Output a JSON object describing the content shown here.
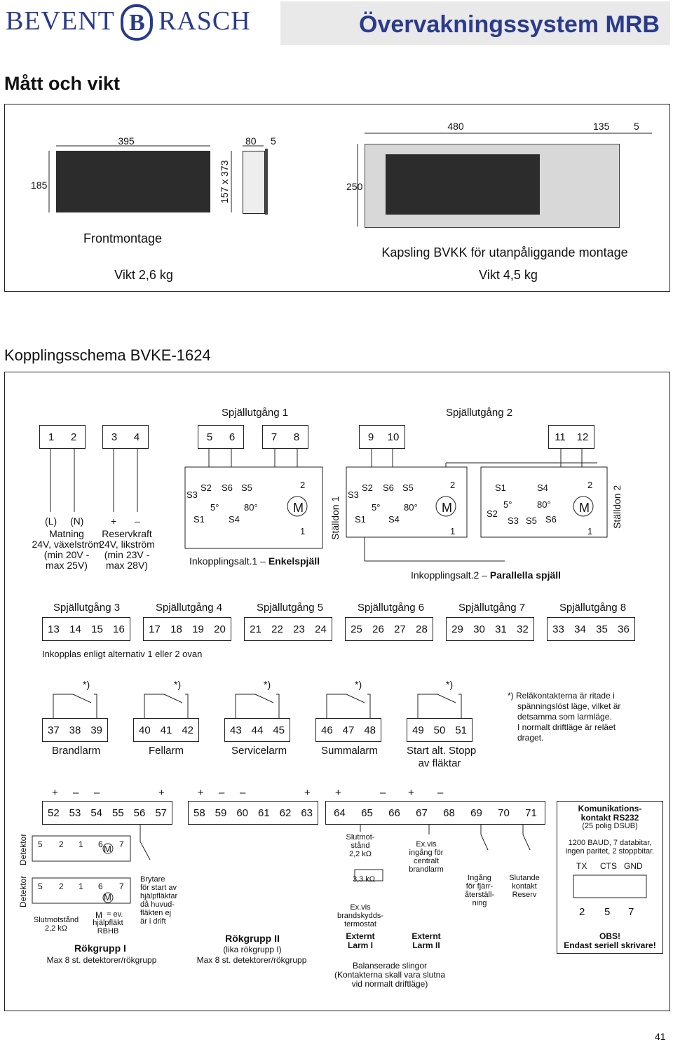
{
  "header": {
    "brand_left": "BEVENT",
    "brand_right": "RASCH",
    "title": "Övervakningssystem MRB"
  },
  "dims": {
    "title": "Mått och vikt",
    "front": {
      "width": "395",
      "height": "185",
      "depth_a": "80",
      "depth_b": "5",
      "cutout": "157 x 373",
      "caption": "Frontmontage",
      "weight": "Vikt 2,6 kg"
    },
    "box": {
      "width": "480",
      "height": "250",
      "depth_a": "135",
      "depth_b": "5",
      "caption": "Kapsling BVKK för utanpåliggande montage",
      "weight": "Vikt 4,5 kg"
    }
  },
  "wiring": {
    "title": "Kopplingsschema BVKE-1624",
    "spj1": "Spjällutgång 1",
    "spj2": "Spjällutgång 2",
    "terminals_top": [
      [
        "1",
        "2"
      ],
      [
        "3",
        "4"
      ],
      [
        "5",
        "6"
      ],
      [
        "7",
        "8"
      ],
      [
        "9",
        "10"
      ],
      [
        "11",
        "12"
      ]
    ],
    "power": {
      "l": "(L)",
      "n": "(N)",
      "desc": [
        "Matning",
        "24V, växelström",
        "(min 20V -",
        "max 25V)"
      ]
    },
    "reserve": {
      "plus": "+",
      "minus": "–",
      "desc": [
        "Reservkraft",
        "24V, likström",
        "(min 23V -",
        "max 28V)"
      ]
    },
    "alt1": {
      "prefix": "Inkopplingsalt.1 –",
      "bold": "Enkelspjäll"
    },
    "alt2": {
      "prefix": "Inkopplingsalt.2 –",
      "bold": "Parallella spjäll"
    },
    "actuator1": "Ställdon 1",
    "actuator2": "Ställdon 2",
    "sw": {
      "s1": "S1",
      "s2": "S2",
      "s3": "S3",
      "s4": "S4",
      "s5": "S5",
      "s6": "S6",
      "deg5": "5°",
      "deg80": "80°",
      "m": "M",
      "one": "1",
      "two": "2"
    },
    "outputs": [
      {
        "label": "Spjällutgång 3",
        "nums": [
          "13",
          "14",
          "15",
          "16"
        ]
      },
      {
        "label": "Spjällutgång 4",
        "nums": [
          "17",
          "18",
          "19",
          "20"
        ]
      },
      {
        "label": "Spjällutgång 5",
        "nums": [
          "21",
          "22",
          "23",
          "24"
        ]
      },
      {
        "label": "Spjällutgång 6",
        "nums": [
          "25",
          "26",
          "27",
          "28"
        ]
      },
      {
        "label": "Spjällutgång 7",
        "nums": [
          "29",
          "30",
          "31",
          "32"
        ]
      },
      {
        "label": "Spjällutgång 8",
        "nums": [
          "33",
          "34",
          "35",
          "36"
        ]
      }
    ],
    "outputs_note": "Inkopplas enligt alternativ 1 eller 2 ovan",
    "relays": [
      {
        "nums": [
          "37",
          "38",
          "39"
        ],
        "label": "Brandlarm",
        "star": "*)"
      },
      {
        "nums": [
          "40",
          "41",
          "42"
        ],
        "label": "Fellarm",
        "star": "*)"
      },
      {
        "nums": [
          "43",
          "44",
          "45"
        ],
        "label": "Servicelarm",
        "star": "*)"
      },
      {
        "nums": [
          "46",
          "47",
          "48"
        ],
        "label": "Summalarm",
        "star": "*)"
      },
      {
        "nums": [
          "49",
          "50",
          "51"
        ],
        "label": "Start alt. Stopp",
        "label2": "av fläktar",
        "star": "*)"
      }
    ],
    "relay_note": [
      "*) Reläkontakterna är ritade i",
      "spänningslöst läge, vilket är",
      "detsamma som larmläge.",
      "I normalt driftläge är reläet",
      "draget."
    ],
    "bottom_terms_a": [
      "52",
      "53",
      "54",
      "55",
      "56",
      "57"
    ],
    "bottom_terms_b": [
      "58",
      "59",
      "60",
      "61",
      "62",
      "63"
    ],
    "bottom_terms_c": [
      "64",
      "65",
      "66",
      "67",
      "68",
      "69",
      "70",
      "71"
    ],
    "signs": [
      "+",
      "–",
      "–",
      "+",
      "+",
      "–",
      "–",
      "+",
      "+",
      "–",
      "+",
      "–"
    ],
    "detektor": "Detektor",
    "det_nums": {
      "n5": "5",
      "n2": "2",
      "n1": "1",
      "n6": "6",
      "n7": "7"
    },
    "slutmot_a": [
      "Slutmotstånd",
      "2,2 kΩ"
    ],
    "aux_fan": [
      "= ev.",
      "hjälpfläkt",
      "RBHB"
    ],
    "breaker": [
      "Brytare",
      "för start av",
      "hjälpfläktar",
      "då huvud-",
      "fläkten ej",
      "är i drift"
    ],
    "group1": {
      "title": "Rökgrupp I",
      "sub": "Max 8 st. detektorer/rökgrupp"
    },
    "group2": {
      "title": "Rökgrupp II",
      "sub1": "(lika rökgrupp I)",
      "sub2": "Max 8 st. detektorer/rökgrupp"
    },
    "slutmot_b": [
      "Slutmot-",
      "stånd",
      "2,2 kΩ"
    ],
    "res33": "3,3 kΩ",
    "exvis_a": [
      "Ex.vis",
      "brandskydds-",
      "termostat"
    ],
    "exvis_b": [
      "Ex.vis",
      "ingång för",
      "centralt",
      "brandlarm"
    ],
    "ext1": [
      "Externt",
      "Larm I"
    ],
    "ext2": [
      "Externt",
      "Larm II"
    ],
    "remote": [
      "Ingång",
      "för fjärr-",
      "återställ-",
      "ning"
    ],
    "reserve_contact": [
      "Slutande",
      "kontakt",
      "Reserv"
    ],
    "balanced": [
      "Balanserade slingor",
      "(Kontakterna skall vara slutna",
      "vid normalt driftläge)"
    ],
    "rs232": {
      "title1": "Komunikations-",
      "title2": "kontakt RS232",
      "sub": "(25 polig DSUB)",
      "spec1": "1200 BAUD, 7 databitar,",
      "spec2": "ingen paritet, 2 stoppbitar.",
      "pins_label": [
        "TX",
        "CTS",
        "GND"
      ],
      "pins": [
        "2",
        "5",
        "7"
      ],
      "obs": "OBS!",
      "obs2": "Endast seriell skrivare!"
    }
  },
  "page_number": "41"
}
